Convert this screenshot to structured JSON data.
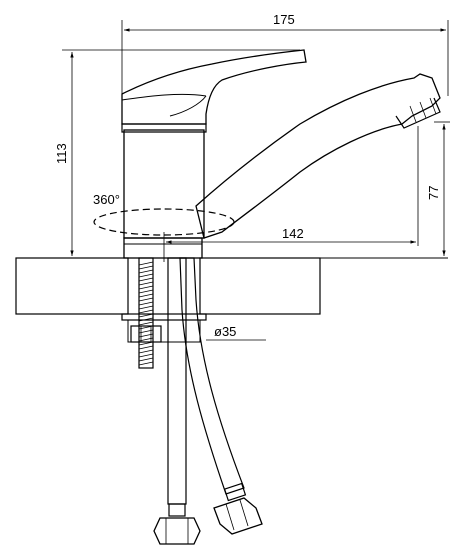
{
  "dimensions": {
    "overall_width": "175",
    "overall_height": "113",
    "spout_reach": "142",
    "spout_height": "77",
    "rotation": "360°",
    "hole_diameter": "ø35"
  }
}
